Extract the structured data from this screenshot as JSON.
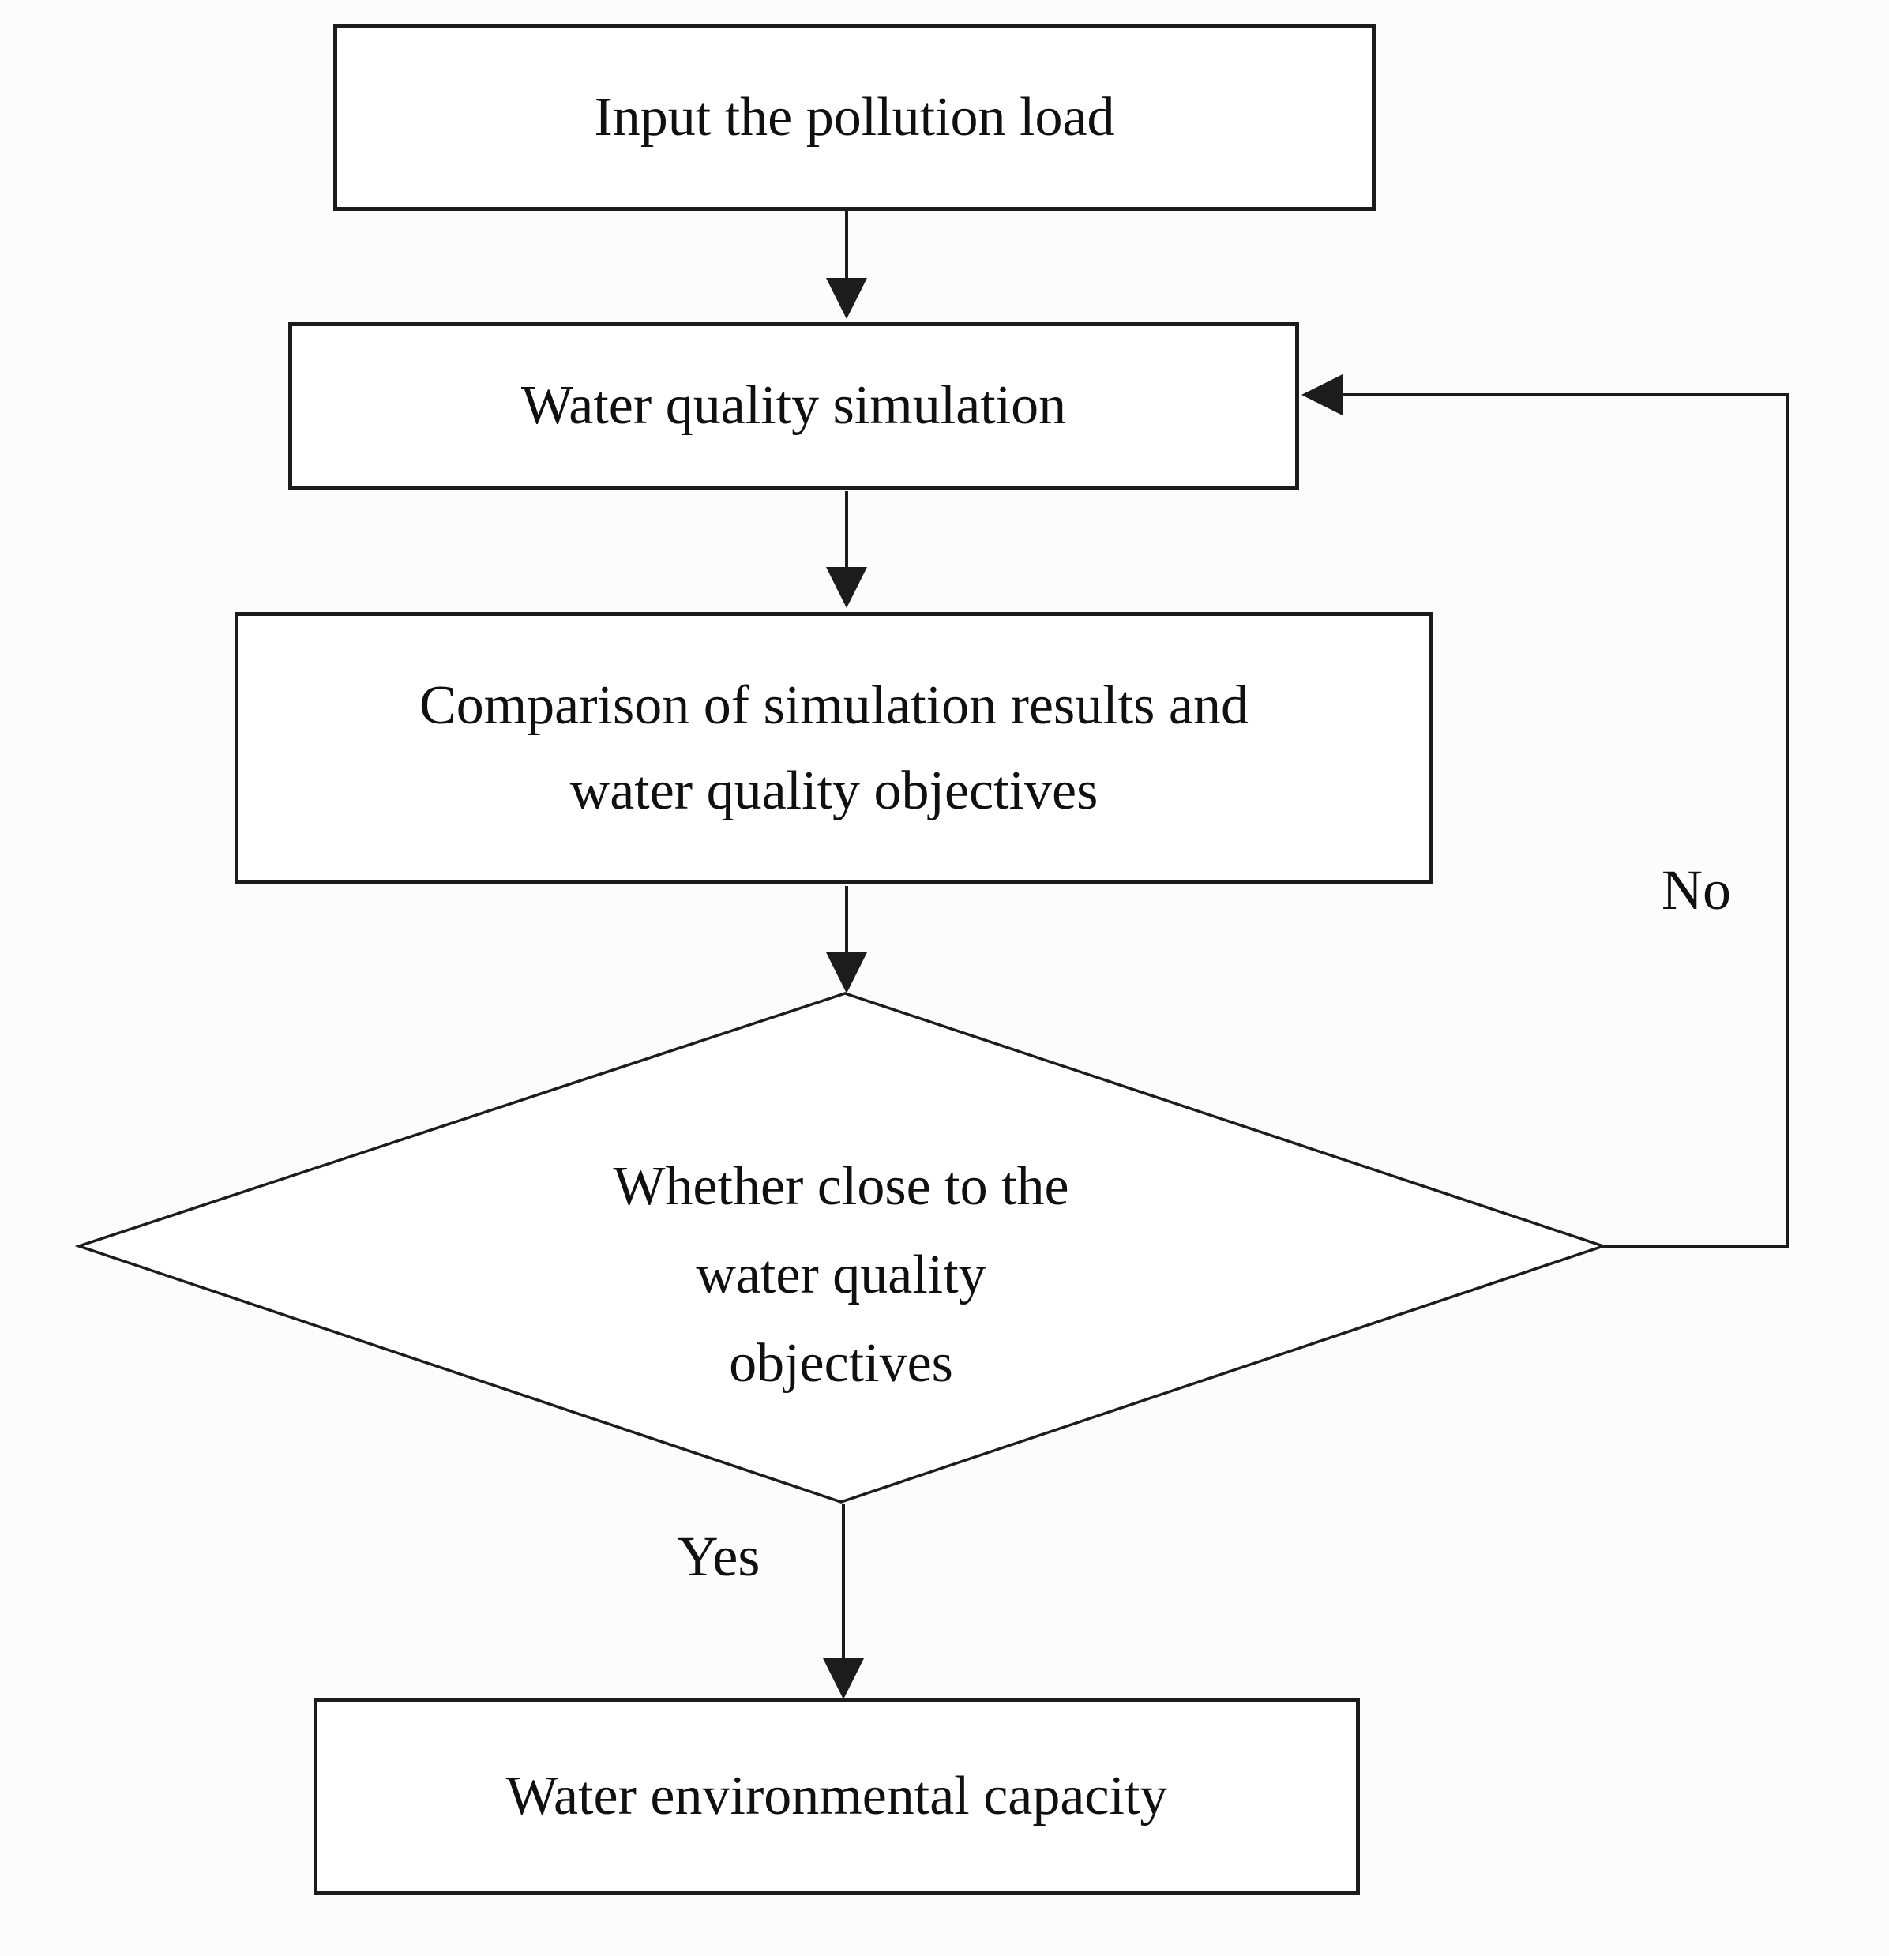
{
  "colors": {
    "line": "#1c1c1c",
    "text": "#101010",
    "background": "#fcfcfc",
    "node_fill": "#ffffff"
  },
  "nodes": {
    "input": {
      "label": "Input the pollution load"
    },
    "simulation": {
      "label": "Water quality simulation"
    },
    "comparison": {
      "label": "Comparison of simulation results and water quality objectives",
      "lines": [
        "Comparison of simulation results and",
        "water quality objectives"
      ]
    },
    "decision": {
      "label": "Whether close to the water quality objectives",
      "lines": [
        "Whether close to the",
        "water quality",
        "objectives"
      ]
    },
    "capacity": {
      "label": "Water environmental capacity"
    }
  },
  "edge_labels": {
    "yes": "Yes",
    "no": "No"
  }
}
